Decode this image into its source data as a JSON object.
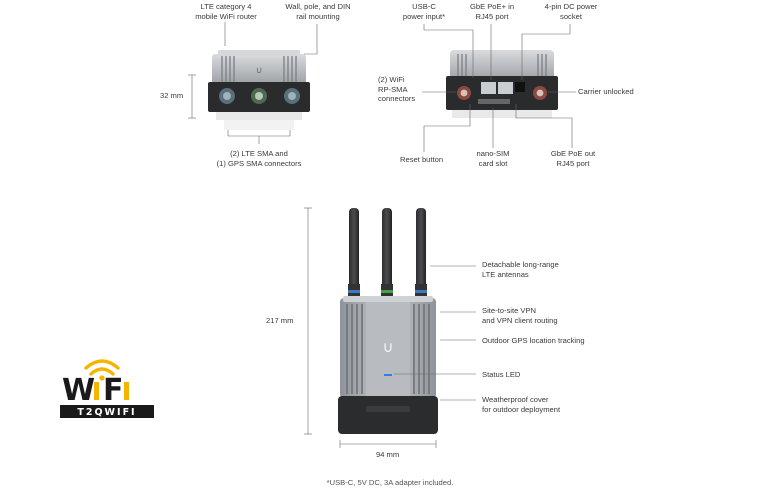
{
  "top_left": {
    "router_label": [
      "LTE category 4",
      "mobile WiFi router"
    ],
    "mount_label": [
      "Wall, pole, and DIN",
      "rail mounting"
    ],
    "height_dim": "32 mm",
    "connectors_label": [
      "(2) LTE SMA and",
      "(1) GPS SMA connectors"
    ]
  },
  "top_right": {
    "usbc_label": [
      "USB-C",
      "power input*"
    ],
    "poe_in_label": [
      "GbE PoE+ in",
      "RJ45 port"
    ],
    "dc_label": [
      "4-pin DC power",
      "socket"
    ],
    "wifi_label": [
      "(2) WiFi",
      "RP-SMA",
      "connectors"
    ],
    "carrier_label": "Carrier unlocked",
    "reset_label": "Reset button",
    "sim_label": [
      "nano-SIM",
      "card slot"
    ],
    "poe_out_label": [
      "GbE PoE out",
      "RJ45 port"
    ]
  },
  "main": {
    "height_dim": "217 mm",
    "width_dim": "94 mm",
    "antennas_label": [
      "Detachable long-range",
      "LTE antennas"
    ],
    "vpn_label": [
      "Site-to-site VPN",
      "and VPN client routing"
    ],
    "gps_label": "Outdoor GPS location tracking",
    "led_label": "Status LED",
    "cover_label": [
      "Weatherproof cover",
      "for outdoor deployment"
    ]
  },
  "footnote": "*USB-C, 5V DC, 3A adapter included.",
  "logo": {
    "word": "WiFi",
    "brand": "T2QWIFI",
    "accent": "#f5b400",
    "dark": "#1a1a1a"
  }
}
